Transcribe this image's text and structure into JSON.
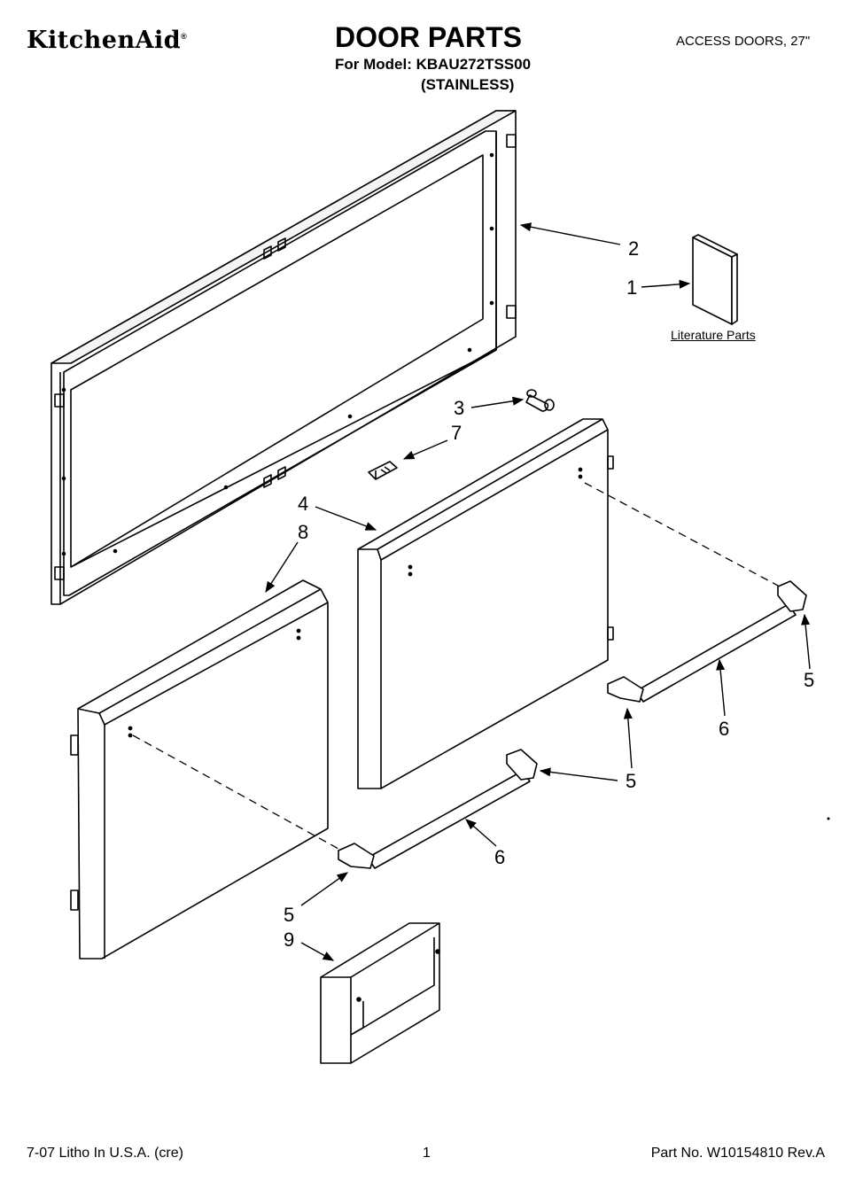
{
  "header": {
    "brand": "KitchenAid",
    "title": "DOOR PARTS",
    "model_line": "For Model: KBAU272TSS00",
    "variant": "(STAINLESS)",
    "section": "ACCESS DOORS, 27\""
  },
  "literature_label": "Literature Parts",
  "callouts": [
    {
      "id": "c1",
      "label": "1"
    },
    {
      "id": "c2",
      "label": "2"
    },
    {
      "id": "c3",
      "label": "3"
    },
    {
      "id": "c4",
      "label": "4"
    },
    {
      "id": "c5a",
      "label": "5"
    },
    {
      "id": "c5b",
      "label": "5"
    },
    {
      "id": "c5c",
      "label": "5"
    },
    {
      "id": "c6a",
      "label": "6"
    },
    {
      "id": "c6b",
      "label": "6"
    },
    {
      "id": "c7",
      "label": "7"
    },
    {
      "id": "c8",
      "label": "8"
    },
    {
      "id": "c9",
      "label": "9"
    }
  ],
  "footer": {
    "left": "7-07 Litho In U.S.A. (cre)",
    "page": "1",
    "part_no": "Part No. W10154810 Rev.A"
  }
}
